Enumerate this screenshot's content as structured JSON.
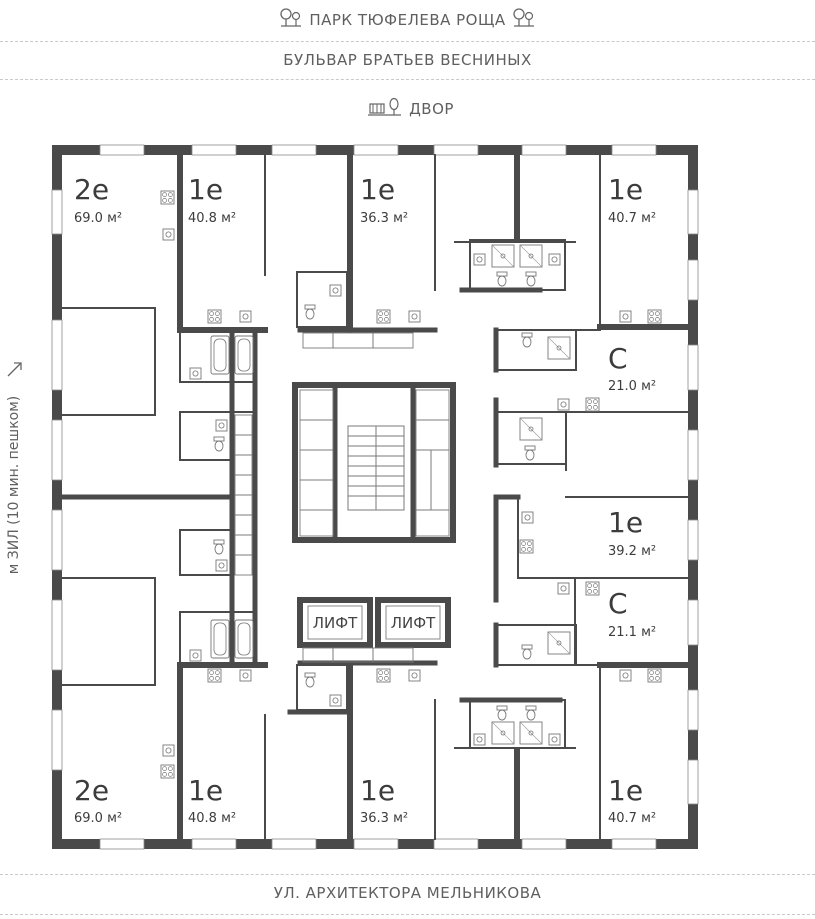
{
  "labels": {
    "park": "ПАРК ТЮФЕЛЕВА РОЩА",
    "boulevard": "БУЛЬВАР БРАТЬЕВ ВЕСНИНЫХ",
    "yard": "ДВОР",
    "street": "УЛ. АРХИТЕКТОРА МЕЛЬНИКОВА",
    "metro": "м ЗИЛ (10 мин. пешком)"
  },
  "icons": [
    "tree-icon",
    "playground-icon",
    "arrow-up-right-icon"
  ],
  "colors": {
    "walls": "#4a4a4a",
    "lines": "#7a7a7a",
    "text": "#3c3c3c"
  },
  "apartments": [
    {
      "id": "apt-top-left",
      "type": "2e",
      "area": "69.0 м²"
    },
    {
      "id": "apt-top-2",
      "type": "1e",
      "area": "40.8 м²"
    },
    {
      "id": "apt-top-3",
      "type": "1e",
      "area": "36.3 м²"
    },
    {
      "id": "apt-top-right",
      "type": "1e",
      "area": "40.7 м²"
    },
    {
      "id": "apt-right-studio-1",
      "type": "С",
      "area": "21.0 м²"
    },
    {
      "id": "apt-right-mid",
      "type": "1e",
      "area": "39.2 м²"
    },
    {
      "id": "apt-right-studio-2",
      "type": "С",
      "area": "21.1 м²"
    },
    {
      "id": "apt-bottom-left",
      "type": "2e",
      "area": "69.0 м²"
    },
    {
      "id": "apt-bottom-2",
      "type": "1e",
      "area": "40.8 м²"
    },
    {
      "id": "apt-bottom-3",
      "type": "1e",
      "area": "36.3 м²"
    },
    {
      "id": "apt-bottom-right",
      "type": "1e",
      "area": "40.7 м²"
    }
  ],
  "lifts": [
    "ЛИФТ",
    "ЛИФТ"
  ]
}
